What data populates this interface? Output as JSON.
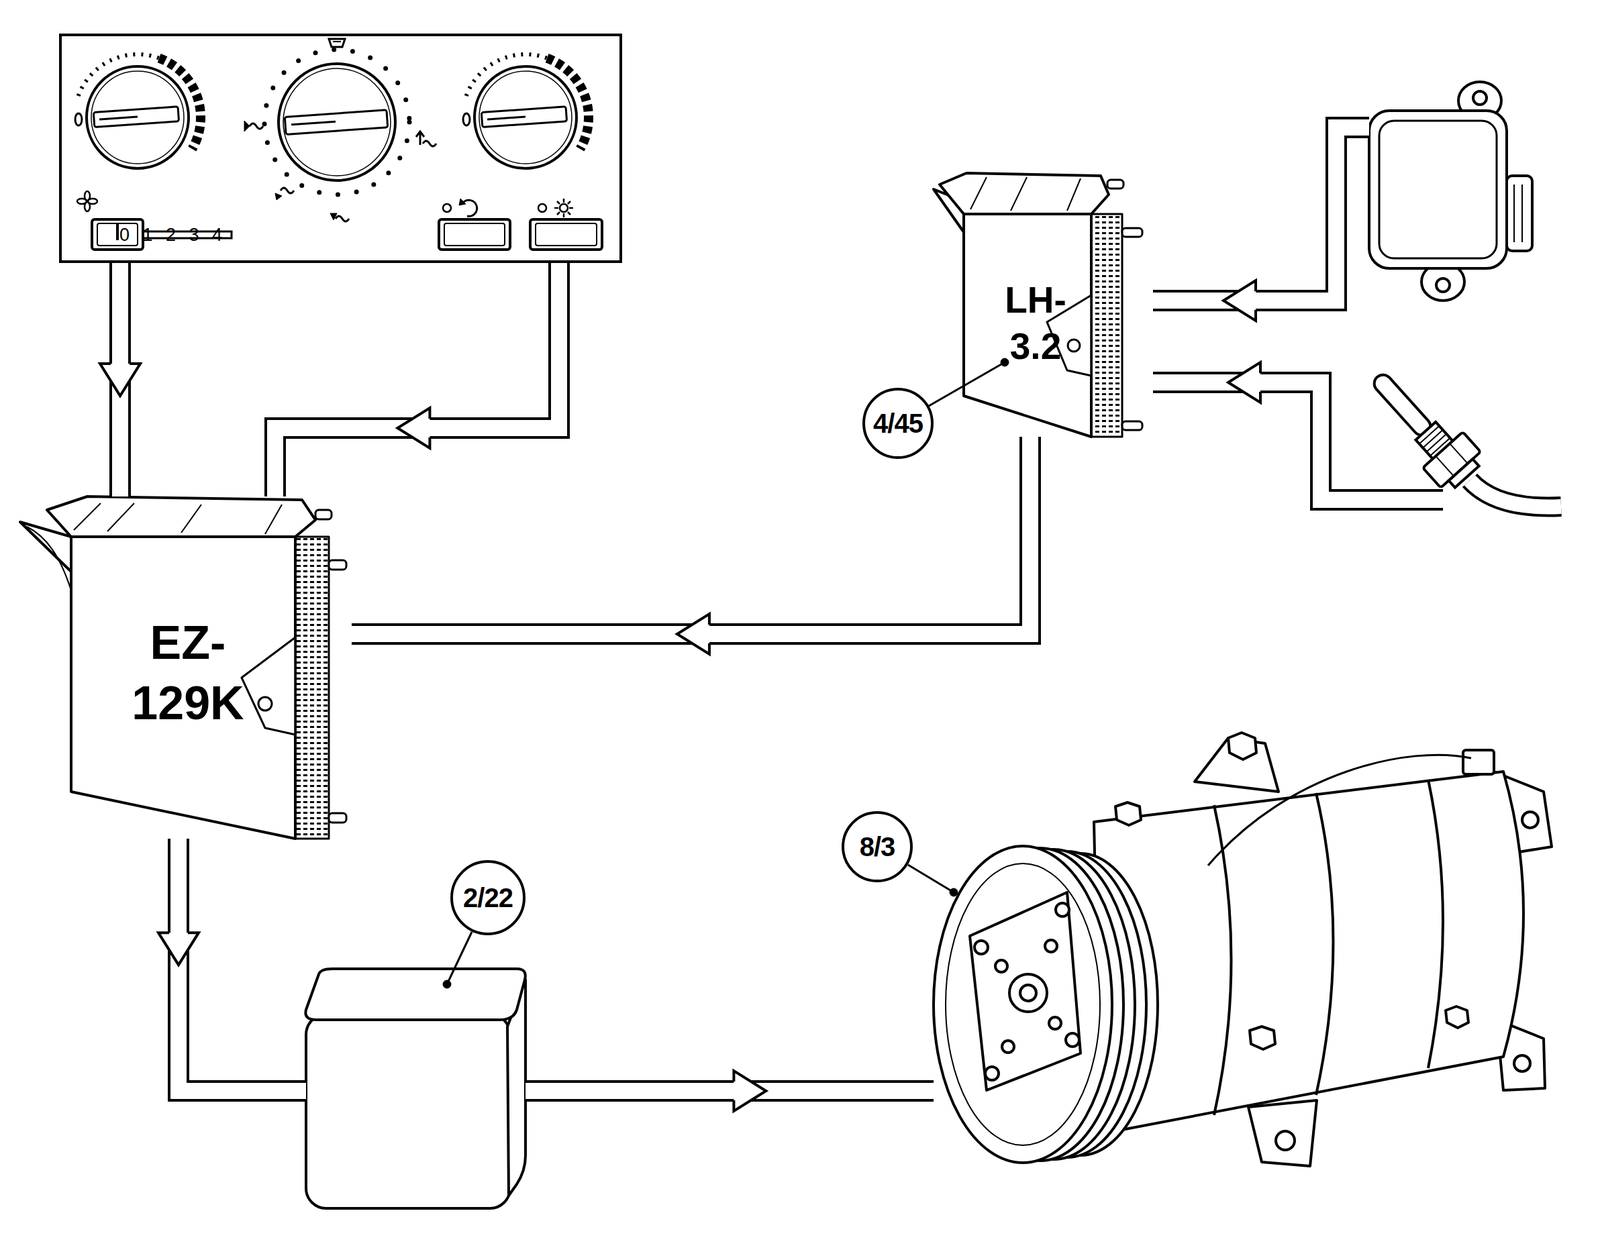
{
  "diagram": {
    "nodes": [
      {
        "text": [
          "0 1 2 3 4"
        ]
      },
      {
        "text": [
          "EZ- 129K"
        ]
      },
      {
        "text": [
          "LH- 3.2",
          "4/45"
        ]
      },
      {
        "text": [
          "2/22"
        ]
      },
      {
        "text": [
          "8/3"
        ]
      }
    ],
    "edges": [
      {
        "from": 0,
        "to": 1,
        "arrow": "to"
      },
      {
        "from": 0,
        "to": 1,
        "arrow": "to"
      },
      {
        "from": 2,
        "to": 1,
        "arrow": "to"
      },
      {
        "from": 1,
        "to": 3,
        "arrow": "to"
      },
      {
        "from": 3,
        "to": 4,
        "arrow": "to"
      }
    ]
  }
}
